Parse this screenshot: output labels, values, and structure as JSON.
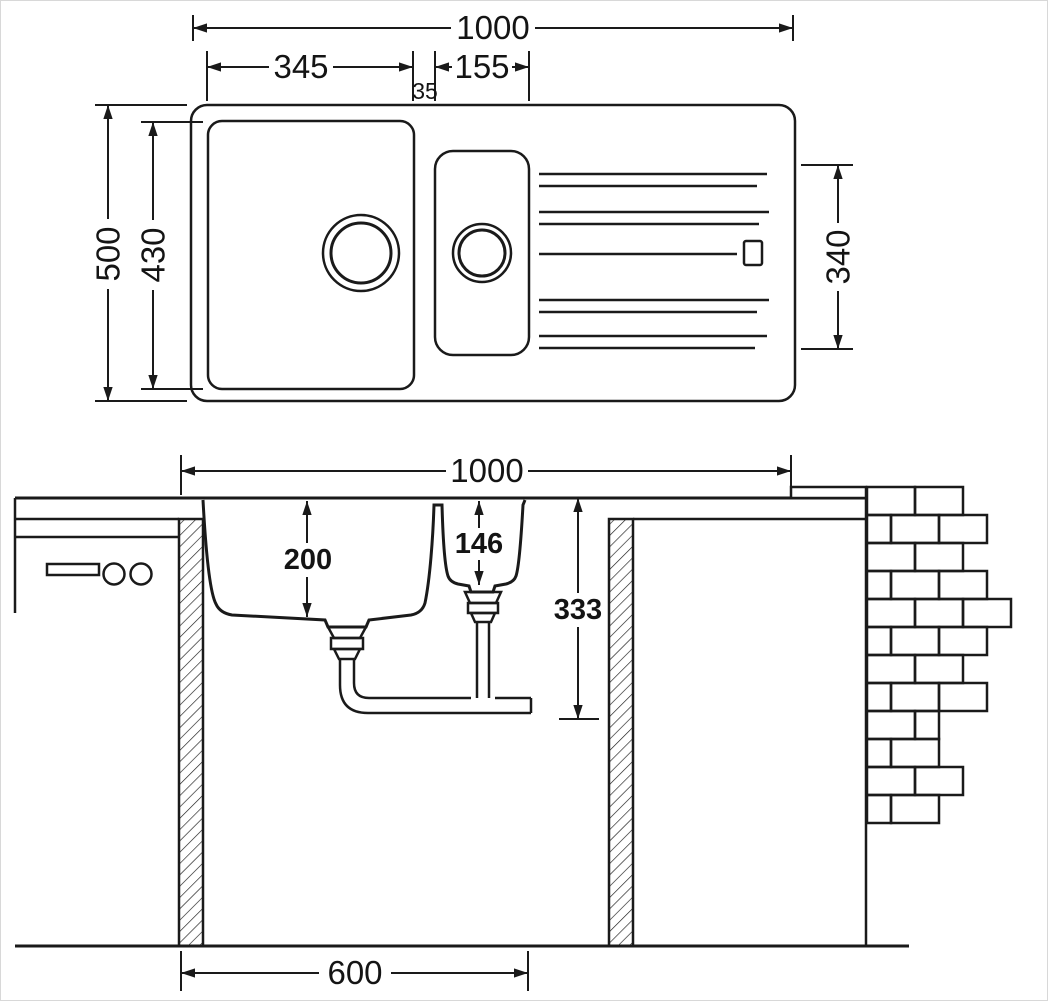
{
  "drawing": {
    "type": "kitchen-sink-technical-drawing",
    "line_color": "#1a1a1a",
    "background": "#ffffff"
  },
  "plan_view": {
    "overall_width": "1000",
    "main_bowl_width": "345",
    "half_bowl_width": "155",
    "bowl_gap": "35",
    "overall_depth": "500",
    "bowl_length": "430",
    "drainer_length": "340"
  },
  "section_view": {
    "overall_width": "1000",
    "main_bowl_depth": "200",
    "half_bowl_depth": "146",
    "waste_depth": "333",
    "cabinet_width": "600"
  }
}
